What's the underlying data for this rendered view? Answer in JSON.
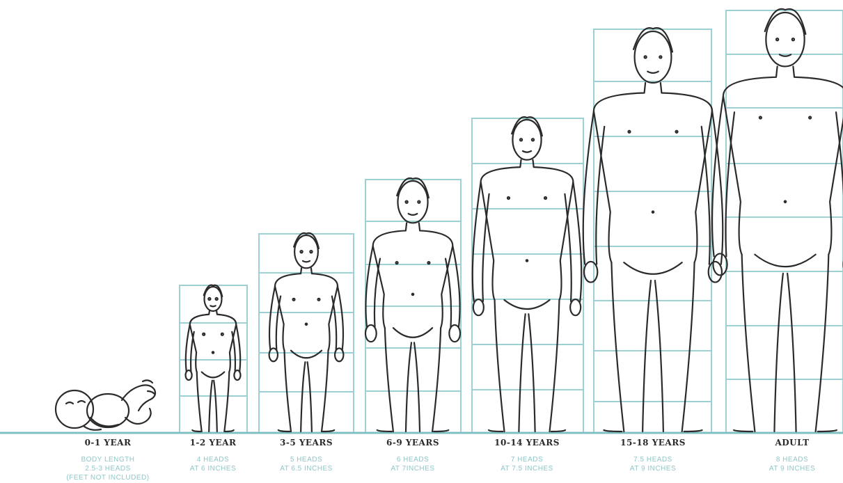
{
  "colors": {
    "grid": "#9dd0d2",
    "ground": "#7fbfc1",
    "ink": "#2b2b2b",
    "caption": "#8fc6c8"
  },
  "stages": [
    {
      "age": "0-1 YEAR",
      "info": [
        "BODY LENGTH",
        "2.5-3 HEADS",
        "(FEET NOT INCLUDED)"
      ]
    },
    {
      "age": "1-2 YEAR",
      "info": [
        "4 HEADS",
        "AT 6 INCHES"
      ]
    },
    {
      "age": "3-5 YEARS",
      "info": [
        "5 HEADS",
        "AT 6.5 INCHES"
      ]
    },
    {
      "age": "6-9 YEARS",
      "info": [
        "6 HEADS",
        "AT 7INCHES"
      ]
    },
    {
      "age": "10-14 YEARS",
      "info": [
        "7 HEADS",
        "AT 7.5 INCHES"
      ]
    },
    {
      "age": "15-18 YEARS",
      "info": [
        "7.5 HEADS",
        "AT 9 INCHES"
      ]
    },
    {
      "age": "ADULT",
      "info": [
        "8 HEADS",
        "AT 9 INCHES"
      ]
    }
  ]
}
